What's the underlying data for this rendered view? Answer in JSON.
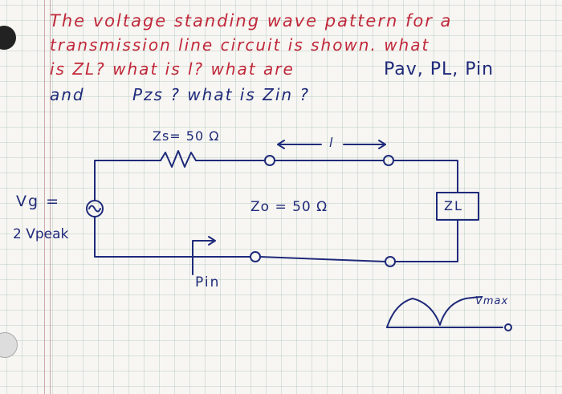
{
  "question": {
    "line1": "The voltage standing wave pattern for a",
    "line2": "transmission line circuit is shown. what",
    "line3": "is ZL? what is l? what are",
    "line3_highlight": "Pav, PL, Pin",
    "line4": "and",
    "line4_rest": "Pzs ? what is Zin ?"
  },
  "circuit": {
    "source_resistance": "Zs= 50 Ω",
    "line_length": "l",
    "line_impedance": "Zo = 50 Ω",
    "source_voltage": "Vg =",
    "source_amplitude": "2 Vpeak",
    "input_power": "Pin",
    "load": "ZL"
  },
  "standing_wave": {
    "vmax_label": "Vmax"
  },
  "colors": {
    "question_ink": "#c0283a",
    "circuit_ink": "#1f2a7a",
    "grid": "#8caaa0"
  }
}
